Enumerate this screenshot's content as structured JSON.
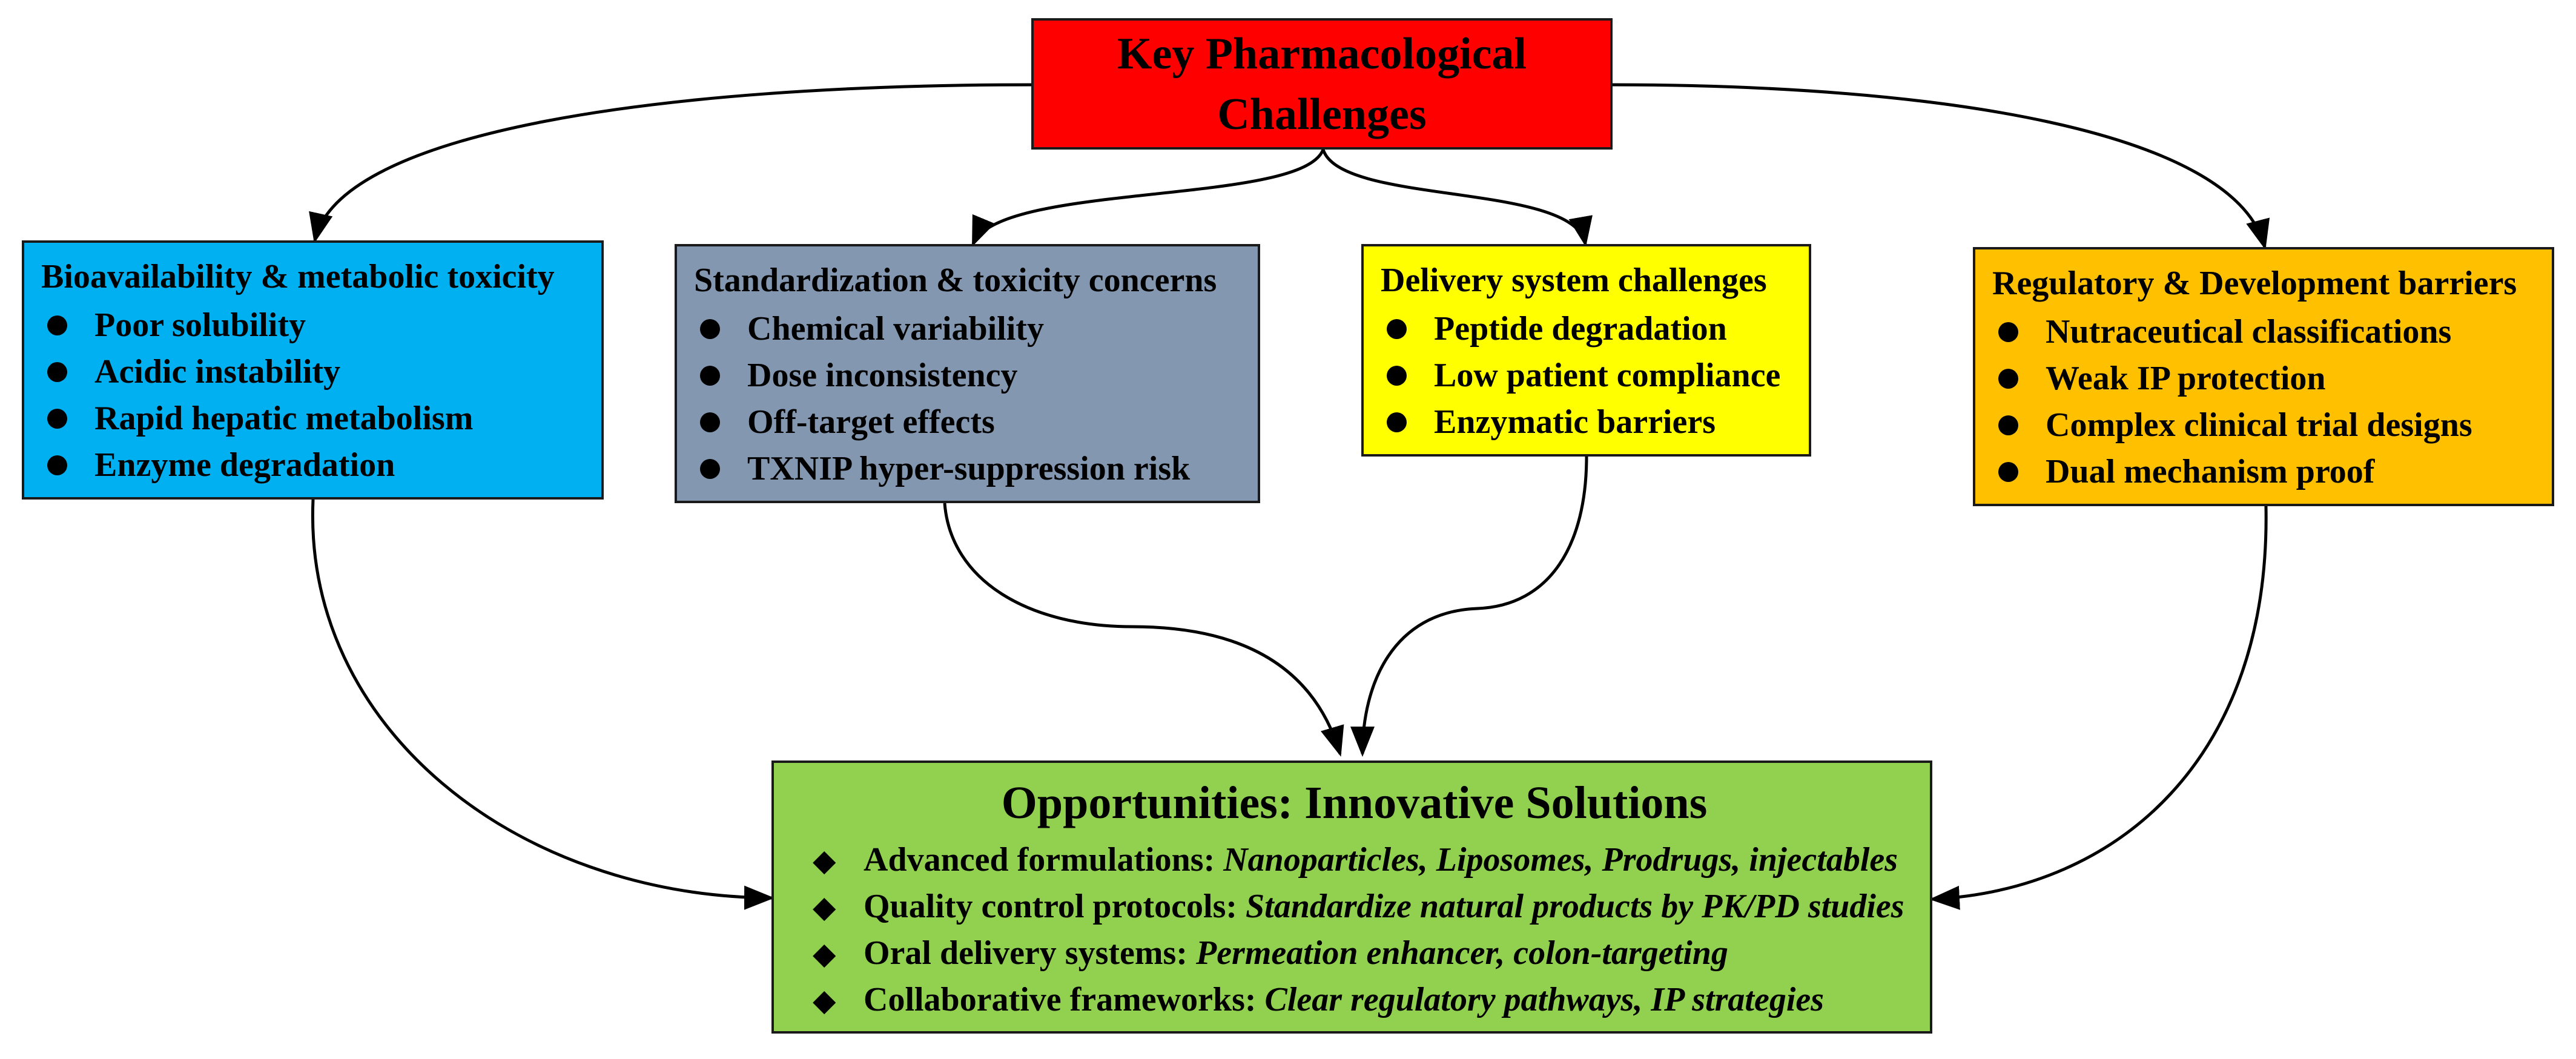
{
  "header": {
    "line1": "Key Pharmacological",
    "line2": "Challenges",
    "color": "#ff0000"
  },
  "categories": [
    {
      "title": "Bioavailability & metabolic toxicity",
      "color": "#00b0f0",
      "items": [
        "Poor solubility",
        "Acidic instability",
        "Rapid hepatic metabolism",
        "Enzyme degradation"
      ]
    },
    {
      "title": "Standardization & toxicity concerns",
      "color": "#8497b0",
      "items": [
        "Chemical variability",
        "Dose inconsistency",
        "Off-target effects",
        "TXNIP hyper-suppression risk"
      ]
    },
    {
      "title": "Delivery system challenges",
      "color": "#ffff00",
      "items": [
        "Peptide degradation",
        "Low patient compliance",
        "Enzymatic barriers"
      ]
    },
    {
      "title": "Regulatory & Development barriers",
      "color": "#ffc000",
      "items": [
        "Nutraceutical classifications",
        "Weak IP protection",
        "Complex clinical trial designs",
        "Dual mechanism proof"
      ]
    }
  ],
  "opportunities": {
    "title": "Opportunities: Innovative Solutions",
    "color": "#92d050",
    "items": [
      {
        "label": "Advanced formulations:",
        "detail": "Nanoparticles, Liposomes, Prodrugs, injectables"
      },
      {
        "label": "Quality control protocols:",
        "detail": "Standardize natural products by PK/PD studies"
      },
      {
        "label": "Oral delivery systems:",
        "detail": "Permeation enhancer, colon-targeting"
      },
      {
        "label": "Collaborative frameworks:",
        "detail": "Clear regulatory pathways, IP strategies"
      }
    ]
  }
}
